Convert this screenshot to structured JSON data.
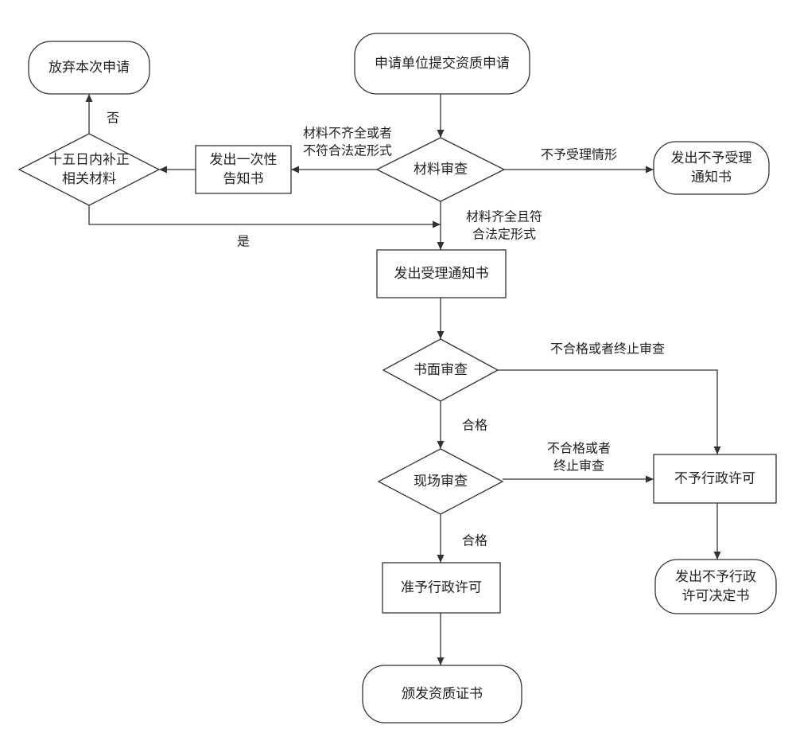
{
  "colors": {
    "stroke": "#333333",
    "text": "#222222",
    "background": "#ffffff"
  },
  "nodes": {
    "submit": [
      "申请单位提交资质申请"
    ],
    "material_review": [
      "材料审查"
    ],
    "abandon": [
      "放弃本次申请"
    ],
    "supplement": [
      "十五日内补正",
      "相关材料"
    ],
    "one_time_notice": [
      "发出一次性",
      "告知书"
    ],
    "not_accepted_notice": [
      "发出不予受理",
      "通知书"
    ],
    "acceptance_notice": [
      "发出受理通知书"
    ],
    "written_review": [
      "书面审查"
    ],
    "onsite_review": [
      "现场审查"
    ],
    "not_permitted": [
      "不予行政许可"
    ],
    "not_permitted_decision": [
      "发出不予行政",
      "许可决定书"
    ],
    "permitted": [
      "准予行政许可"
    ],
    "issue_certificate": [
      "颁发资质证书"
    ]
  },
  "edge_labels": {
    "incomplete": [
      "材料不齐全或者",
      "不符合法定形式"
    ],
    "not_accepted_case": [
      "不予受理情形"
    ],
    "no": [
      "否"
    ],
    "yes": [
      "是"
    ],
    "complete": [
      "材料齐全且符",
      "合法定形式"
    ],
    "written_fail": [
      "不合格或者终止审查"
    ],
    "written_pass": [
      "合格"
    ],
    "onsite_fail": [
      "不合格或者",
      "终止审查"
    ],
    "onsite_pass": [
      "合格"
    ]
  }
}
